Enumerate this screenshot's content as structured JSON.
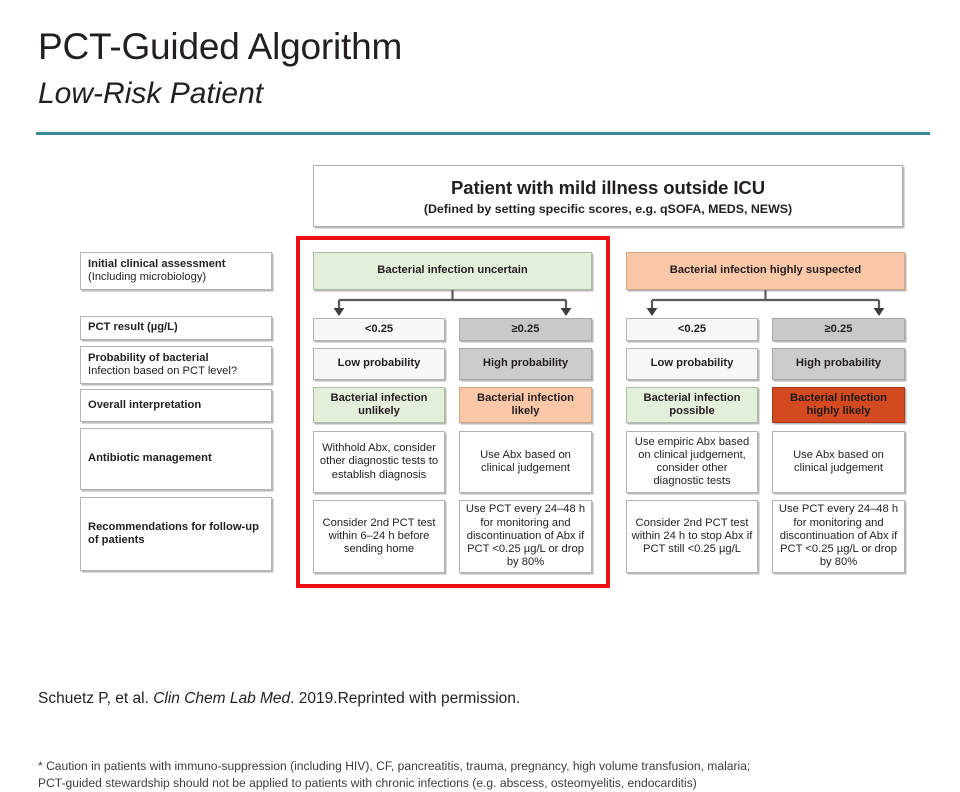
{
  "slide": {
    "title": "PCT-Guided Algorithm",
    "subtitle": "Low-Risk Patient",
    "rule_color": "#3b8999"
  },
  "figure": {
    "header": {
      "title": "Patient with mild illness outside ICU",
      "subtitle": "(Defined by setting specific scores, e.g. qSOFA, MEDS, NEWS)"
    },
    "row_labels": [
      {
        "main": "Initial clinical assessment",
        "sub": "(Including microbiology)"
      },
      {
        "main": "PCT result (µg/L)",
        "sub": ""
      },
      {
        "main": "Probability of bacterial",
        "sub": "Infection based on PCT level?"
      },
      {
        "main": "Overall interpretation",
        "sub": ""
      },
      {
        "main": "Antibiotic management",
        "sub": ""
      },
      {
        "main": "Recommendations for follow-up of patients",
        "sub": ""
      }
    ],
    "branches": [
      {
        "id": "uncertain",
        "heading": "Bacterial infection uncertain",
        "heading_fill": "#e3efda",
        "highlighted": true,
        "columns": [
          {
            "threshold": "<0.25",
            "threshold_fill": "#f7f7f7",
            "probability": "Low probability",
            "probability_fill": "#f7f7f7",
            "interpretation": "Bacterial infection unlikely",
            "interpretation_fill": "#e3efda",
            "antibiotic": "Withhold Abx, consider other diagnostic tests to establish diagnosis",
            "followup": "Consider 2nd PCT test within 6–24 h before sending home"
          },
          {
            "threshold": "≥0.25",
            "threshold_fill": "#c9c9c9",
            "probability": "High probability",
            "probability_fill": "#cccccc",
            "interpretation": "Bacterial infection likely",
            "interpretation_fill": "#fac7a8",
            "antibiotic": "Use Abx based on clinical judgement",
            "followup": "Use PCT every 24–48 h for monitoring and discontinuation of Abx if PCT <0.25 µg/L or drop by 80%"
          }
        ]
      },
      {
        "id": "highly-suspected",
        "heading": "Bacterial infection highly suspected",
        "heading_fill": "#fac7a8",
        "highlighted": false,
        "columns": [
          {
            "threshold": "<0.25",
            "threshold_fill": "#f7f7f7",
            "probability": "Low probability",
            "probability_fill": "#f7f7f7",
            "interpretation": "Bacterial infection possible",
            "interpretation_fill": "#e3efda",
            "antibiotic": "Use empiric Abx based on clinical judgement, consider other diagnostic tests",
            "followup": "Consider 2nd PCT test within 24 h to stop Abx if PCT still <0.25 µg/L"
          },
          {
            "threshold": "≥0.25",
            "threshold_fill": "#c9c9c9",
            "probability": "High probability",
            "probability_fill": "#cccccc",
            "interpretation": "Bacterial infection highly likely",
            "interpretation_fill": "#d34a20",
            "antibiotic": "Use Abx based on clinical judgement",
            "followup": "Use PCT every 24–48 h for monitoring and discontinuation of Abx if PCT <0.25 µg/L or drop by 80%"
          }
        ]
      }
    ],
    "footnote_lines": [
      "* Caution in patients with immuno-suppression (including HIV), CF, pancreatitis, trauma, pregnancy, high volume transfusion, malaria;",
      "PCT-guided stewardship should not be applied to patients with chronic infections (e.g. abscess, osteomyelitis, endocarditis)"
    ],
    "highlight_color": "#ee1111"
  },
  "citation": {
    "authors": "Schuetz P, et al. ",
    "journal": "Clin Chem Lab Med",
    "rest": ". 2019.Reprinted with permission."
  }
}
